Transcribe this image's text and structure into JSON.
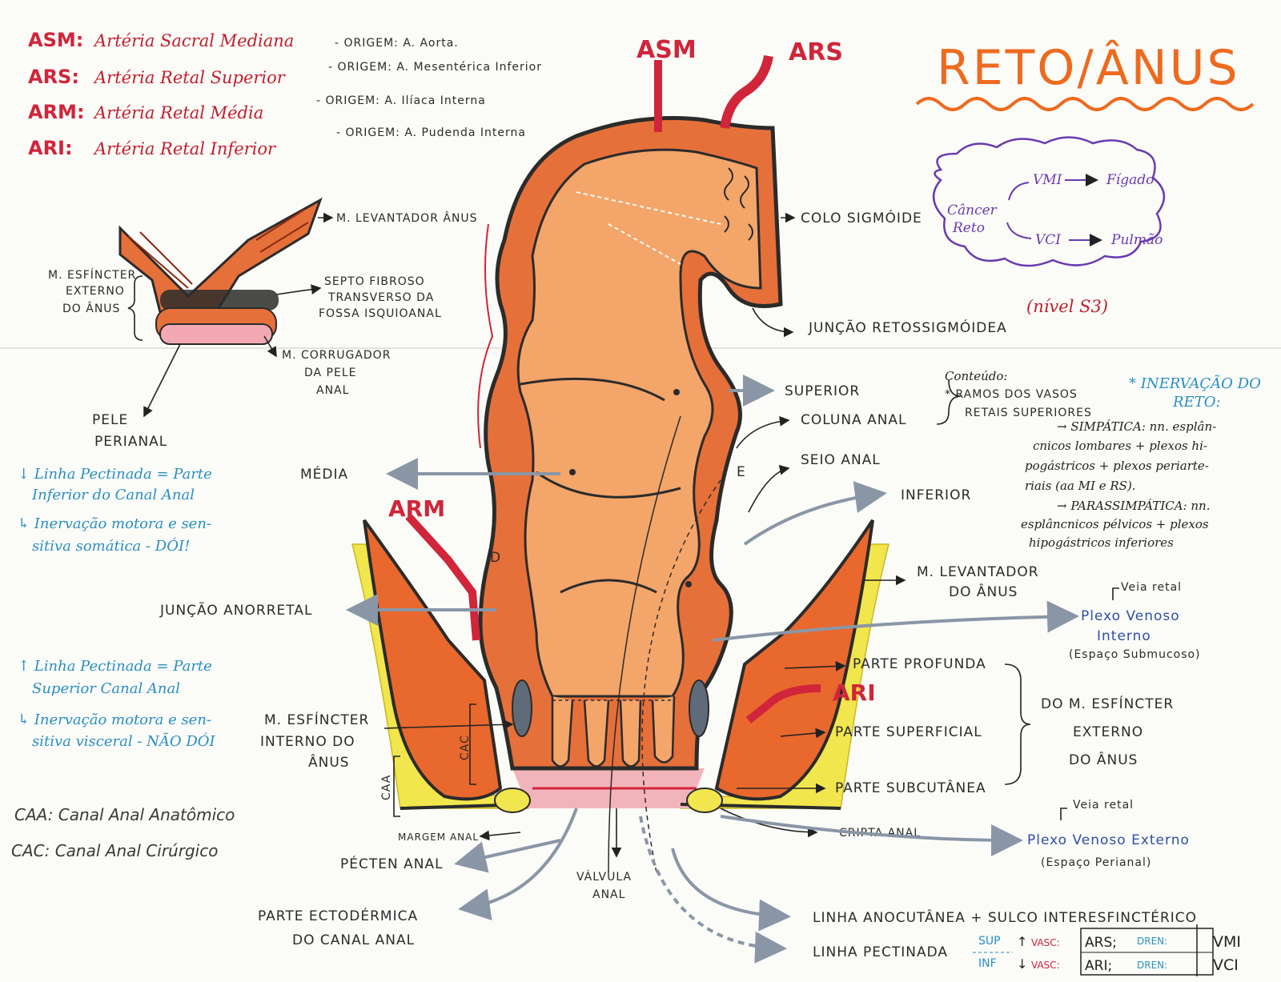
{
  "title": "RETO/ÂNUS",
  "legend_arteries": [
    {
      "abbr": "ASM:",
      "name": "Artéria Sacral Mediana",
      "origin": "- ORIGEM: A. Aorta."
    },
    {
      "abbr": "ARS:",
      "name": "Artéria Retal Superior",
      "origin": "- ORIGEM: A. Mesentérica Inferior"
    },
    {
      "abbr": "ARM:",
      "name": "Artéria Retal Média",
      "origin": "- ORIGEM: A. Ilíaca Interna"
    },
    {
      "abbr": "ARI:",
      "name": "Artéria Retal Inferior",
      "origin": "- ORIGEM: A. Pudenda Interna"
    }
  ],
  "artery_tags": {
    "asm": "ASM",
    "ars": "ARS",
    "arm": "ARM",
    "ari": "ARI"
  },
  "small_diagram": {
    "levator": "M. LEVANTADOR ÂNUS",
    "ext_sphincter": [
      "M. ESFÍNCTER",
      "EXTERNO",
      "DO ÂNUS"
    ],
    "septum": [
      "SEPTO FIBROSO",
      "TRANSVERSO DA",
      "FOSSA ISQUIOANAL"
    ],
    "corrugator": [
      "M. CORRUGADOR",
      "DA PELE",
      "ANAL"
    ],
    "skin": [
      "PELE",
      "PERIANAL"
    ]
  },
  "cancer_box": {
    "label": [
      "Câncer",
      "Reto"
    ],
    "top": [
      "VMI",
      "Fígado"
    ],
    "bottom": [
      "VCI",
      "Pulmão"
    ]
  },
  "labels": {
    "sigmoid": "COLO SIGMÓIDE",
    "junction": "JUNÇÃO RETOSSIGMÓIDEA",
    "junction_level": "(nível S3)",
    "superior": "SUPERIOR",
    "coluna": "COLUNA ANAL",
    "conteudo": "Conteúdo:",
    "conteudo_items": [
      "* RAMOS DOS VASOS",
      "RETAIS SUPERIORES"
    ],
    "media": "MÉDIA",
    "seio": "SEIO ANAL",
    "inferior": "INFERIOR",
    "levator_big": [
      "M. LEVANTADOR",
      "DO ÂNUS"
    ],
    "anorretal": "JUNÇÃO ANORRETAL",
    "int_sphincter": [
      "M. ESFÍNCTER",
      "INTERNO DO",
      "ÂNUS"
    ],
    "parte_profunda": "PARTE PROFUNDA",
    "parte_superficial": "PARTE SUPERFICIAL",
    "parte_subcutanea": "PARTE SUBCUTÂNEA",
    "do_m_esf": [
      "DO M. ESFÍNCTER",
      "EXTERNO",
      "DO ÂNUS"
    ],
    "cripta": "CRIPTA ANAL",
    "margem": "MARGEM ANAL",
    "pecten": "PÉCTEN ANAL",
    "valvula": [
      "VÁLVULA",
      "ANAL"
    ],
    "ectoderm": [
      "PARTE ECTODÉRMICA",
      "DO CANAL ANAL"
    ],
    "anocutanea": "LINHA ANOCUTÂNEA + SULCO INTERESFINCTÉRICO",
    "pectinada": "LINHA PECTINADA",
    "caa_tag": "CAA",
    "cac_tag": "CAC",
    "d": "D",
    "e": "E"
  },
  "venous": {
    "internal": [
      "Plexo Venoso",
      "Interno"
    ],
    "internal_space": "(Espaço Submucoso)",
    "external": "Plexo Venoso Externo",
    "external_space": "(Espaço Perianal)",
    "veia_retal_1": "Veia retal",
    "veia_retal_2": "Veia retal"
  },
  "innervation": {
    "title": [
      "* INERVAÇÃO DO",
      "RETO:"
    ],
    "lines": [
      "→ SIMPÁTICA: nn. esplân-",
      "cnicos lombares + plexos hi-",
      "pogástricos + plexos periarte-",
      "riais (aa MI e RS).",
      "→ PARASSIMPÁTICA: nn.",
      "esplâncnicos pélvicos + plexos",
      "hipogástricos inferiores"
    ]
  },
  "pectinate_notes": {
    "below": [
      "↓ Linha Pectinada = Parte",
      "Inferior do Canal Anal",
      "↳ Inervação motora e sen-",
      "sitiva somática - DÓI!"
    ],
    "above": [
      "↑ Linha Pectinada = Parte",
      "Superior Canal Anal",
      "↳ Inervação motora e sen-",
      "sitiva visceral - NÃO DÓI"
    ]
  },
  "abbr": {
    "caa": "CAA: Canal Anal Anatômico",
    "cac": "CAC: Canal Anal Cirúrgico"
  },
  "table": {
    "sup": "SUP",
    "inf": "INF",
    "vasc": "VASC:",
    "dren": "DREN:",
    "ars": "ARS;",
    "ari": "ARI;",
    "vmi": "VMI",
    "vci": "VCI"
  }
}
